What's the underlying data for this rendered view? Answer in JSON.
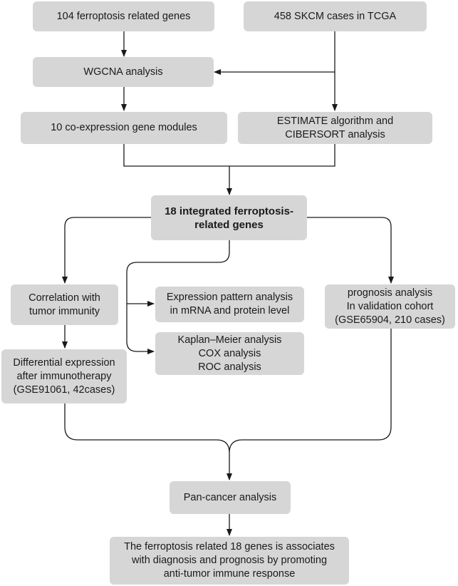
{
  "nodes": {
    "ferroptosis_genes": "104 ferroptosis related genes",
    "skcm_cases": "458 SKCM cases in TCGA",
    "wgcna": "WGCNA analysis",
    "gene_modules": "10 co-expression gene modules",
    "estimate": "ESTIMATE algorithm and\nCIBERSORT analysis",
    "integrated_genes": "18 integrated ferroptosis-\nrelated genes",
    "correlation_immunity": "Correlation with\ntumor immunity",
    "expression_pattern": "Expression pattern analysis\nin mRNA and protein level",
    "prognosis_validation": "prognosis analysis\nIn validation cohort\n(GSE65904, 210 cases)",
    "kaplan_meier": "Kaplan–Meier analysis\nCOX analysis\nROC analysis",
    "differential_expression": "Differential expression\nafter immunotherapy\n(GSE91061, 42cases)",
    "pan_cancer": "Pan-cancer analysis",
    "conclusion": "The ferroptosis related 18 genes is associates\nwith diagnosis and prognosis by promoting\nanti-tumor immune response"
  },
  "colors": {
    "box_fill": "#d6d6d6",
    "line": "#1a1a1a"
  }
}
